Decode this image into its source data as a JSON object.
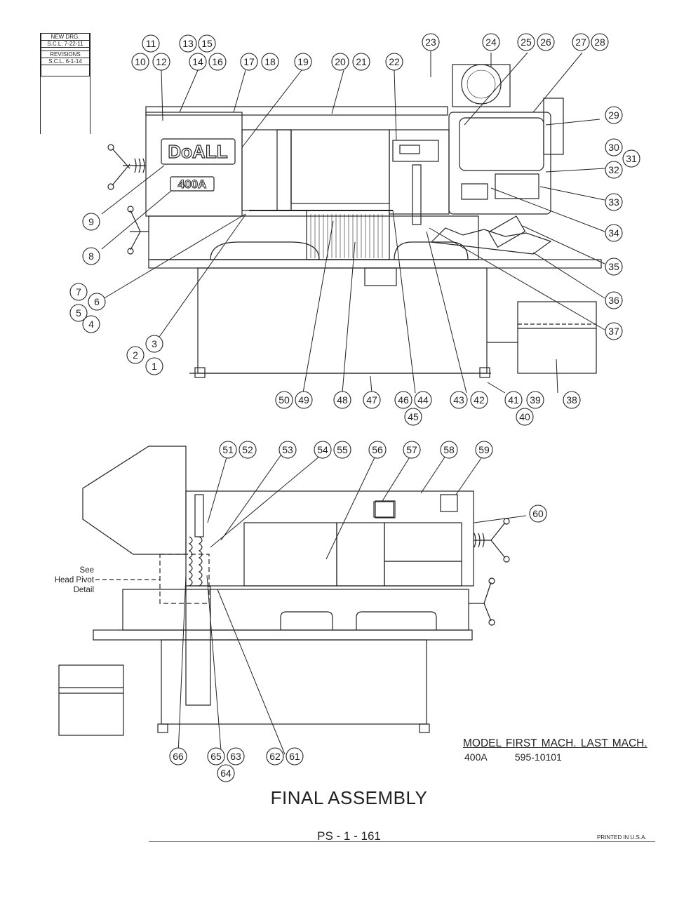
{
  "revision_block": {
    "new_drg_label": "NEW DRG.",
    "new_drg_value": "S.C.L. 7-22-11",
    "revisions_label": "REVISIONS",
    "revisions_value": "S.C.L. 6-1-14"
  },
  "upper_view": {
    "brand": "DoALL",
    "model_badge": "400A"
  },
  "callouts": {
    "upper": [
      "11",
      "10",
      "12",
      "13",
      "15",
      "14",
      "16",
      "17",
      "18",
      "19",
      "20",
      "21",
      "22",
      "23",
      "24",
      "25",
      "26",
      "27",
      "28",
      "29",
      "30",
      "31",
      "32",
      "33",
      "34",
      "35",
      "36",
      "37",
      "38",
      "39",
      "40",
      "41",
      "42",
      "43",
      "44",
      "45",
      "46",
      "47",
      "48",
      "49",
      "50",
      "9",
      "8",
      "7",
      "6",
      "5",
      "4",
      "3",
      "2",
      "1"
    ],
    "lower": [
      "51",
      "52",
      "53",
      "54",
      "55",
      "56",
      "57",
      "58",
      "59",
      "60",
      "61",
      "62",
      "63",
      "64",
      "65",
      "66"
    ]
  },
  "see_note": [
    "See",
    "Head Pivot",
    "Detail"
  ],
  "model_table": {
    "header": "MODEL  FIRST MACH.  LAST MACH.",
    "model": "400A",
    "first_mach": "595-10101",
    "last_mach": ""
  },
  "title": "FINAL ASSEMBLY",
  "page_number": "PS - 1 - 161",
  "printed": "PRINTED IN U.S.A."
}
